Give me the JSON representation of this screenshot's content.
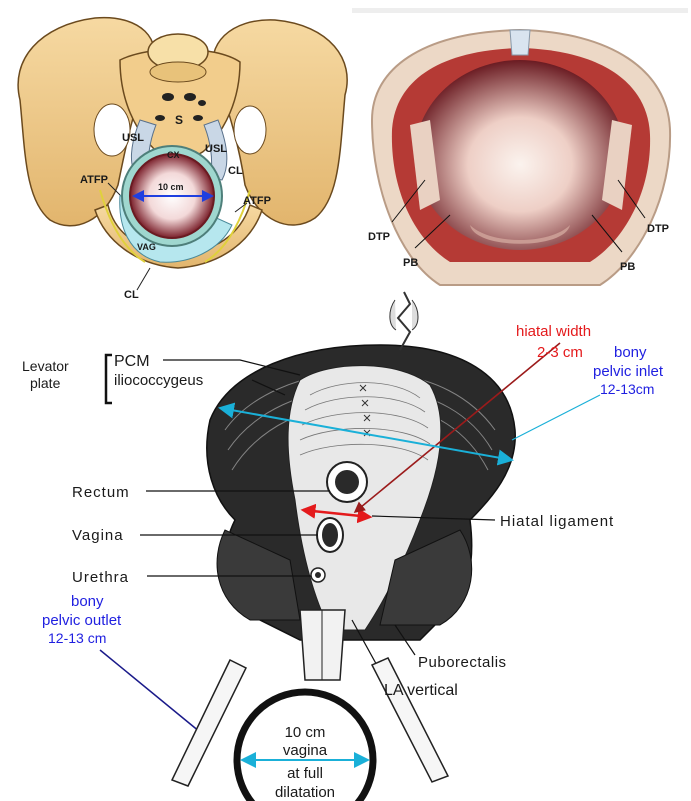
{
  "panel_a": {
    "labels": {
      "s": "S",
      "usl_left": "USL",
      "usl_right": "USL",
      "cx": "CX",
      "cl_right": "CL",
      "cl_bottom": "CL",
      "atfp_left": "ATFP",
      "atfp_right": "ATFP",
      "vag": "VAG",
      "ten_cm": "10 cm"
    }
  },
  "panel_b": {
    "labels": {
      "dtp_left": "DTP",
      "dtp_right": "DTP",
      "pb_left": "PB",
      "pb_right": "PB"
    }
  },
  "panel_c": {
    "levator_line1": "Levator",
    "levator_line2": "plate",
    "pcm": "PCM",
    "iliococcygeus": "iliococcygeus",
    "rectum": "Rectum",
    "vagina": "Vagina",
    "urethra": "Urethra",
    "hiatal_ligament": "Hiatal ligament",
    "puborectalis": "Puborectalis",
    "la_vertical": "LA vertical",
    "hiatal_width_line1": "hiatal width",
    "hiatal_width_line2": "2-3 cm",
    "inlet_line1": "bony",
    "inlet_line2": "pelvic inlet",
    "inlet_line3": "12-13cm",
    "outlet_line1": "bony",
    "outlet_line2": "pelvic outlet",
    "outlet_line3": "12-13 cm",
    "dilatation_line1": "10 cm",
    "dilatation_line2": "vagina",
    "dilatation_line3": "at full",
    "dilatation_line4": "dilatation"
  },
  "colors": {
    "red_annotation": "#e41a1c",
    "blue_annotation": "#1f1fe0",
    "cyan_arrow": "#1ab0d8",
    "bone": "#f0c27a",
    "muscle": "#b53a35"
  }
}
